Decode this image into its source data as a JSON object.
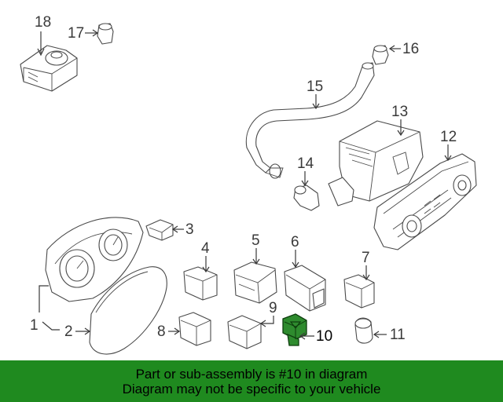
{
  "diagram": {
    "highlight_color": "#2e8b2e",
    "callouts": [
      {
        "id": "1",
        "label": "1"
      },
      {
        "id": "2",
        "label": "2"
      },
      {
        "id": "3",
        "label": "3"
      },
      {
        "id": "4",
        "label": "4"
      },
      {
        "id": "5",
        "label": "5"
      },
      {
        "id": "6",
        "label": "6"
      },
      {
        "id": "7",
        "label": "7"
      },
      {
        "id": "8",
        "label": "8"
      },
      {
        "id": "9",
        "label": "9"
      },
      {
        "id": "10",
        "label": "10",
        "highlighted": true
      },
      {
        "id": "11",
        "label": "11"
      },
      {
        "id": "12",
        "label": "12"
      },
      {
        "id": "13",
        "label": "13"
      },
      {
        "id": "14",
        "label": "14"
      },
      {
        "id": "15",
        "label": "15"
      },
      {
        "id": "16",
        "label": "16"
      },
      {
        "id": "17",
        "label": "17"
      },
      {
        "id": "18",
        "label": "18"
      }
    ]
  },
  "banner": {
    "background": "#1f8a1f",
    "line1": "Part or sub-assembly is #10 in diagram",
    "line2": "Diagram may not be specific to your vehicle"
  }
}
